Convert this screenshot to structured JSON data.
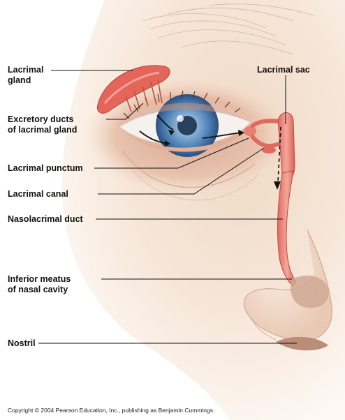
{
  "labels": {
    "lacrimal_gland_1": "Lacrimal",
    "lacrimal_gland_2": "gland",
    "excretory_1": "Excretory ducts",
    "excretory_2": "of lacrimal gland",
    "lacrimal_punctum": "Lacrimal punctum",
    "lacrimal_canal": "Lacrimal canal",
    "nasolacrimal_duct": "Nasolacrimal duct",
    "inferior_meatus_1": "Inferior meatus",
    "inferior_meatus_2": "of nasal cavity",
    "nostril": "Nostril",
    "lacrimal_sac": "Lacrimal sac"
  },
  "copyright": "Copyright © 2004 Pearson Education, Inc., publishing as Benjamin Cummings."
}
